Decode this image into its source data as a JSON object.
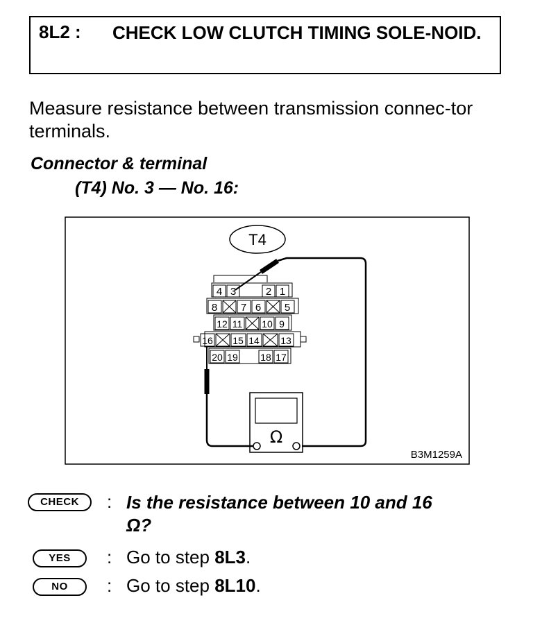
{
  "header": {
    "step_id": "8L2 :",
    "title": "CHECK LOW CLUTCH TIMING SOLE-NOID."
  },
  "instruction": "Measure resistance between transmission connec-tor terminals.",
  "connector": {
    "title": "Connector & terminal",
    "terminals": "(T4) No. 3 — No. 16:"
  },
  "figure": {
    "connector_label": "T4",
    "meter_symbol": "Ω",
    "figure_code": "B3M1259A",
    "pins": [
      "4",
      "3",
      "2",
      "1",
      "8",
      "7",
      "6",
      "5",
      "12",
      "11",
      "10",
      "9",
      "16",
      "15",
      "14",
      "13",
      "20",
      "19",
      "18",
      "17"
    ]
  },
  "check": {
    "badge": "CHECK",
    "colon": ":",
    "question_line1": "Is the resistance between 10 and 16",
    "question_line2": "Ω?"
  },
  "answers": [
    {
      "badge": "YES",
      "colon": ":",
      "prefix": "Go to step ",
      "target": "8L3",
      "suffix": "."
    },
    {
      "badge": "NO",
      "colon": ":",
      "prefix": "Go to step ",
      "target": "8L10",
      "suffix": "."
    }
  ]
}
